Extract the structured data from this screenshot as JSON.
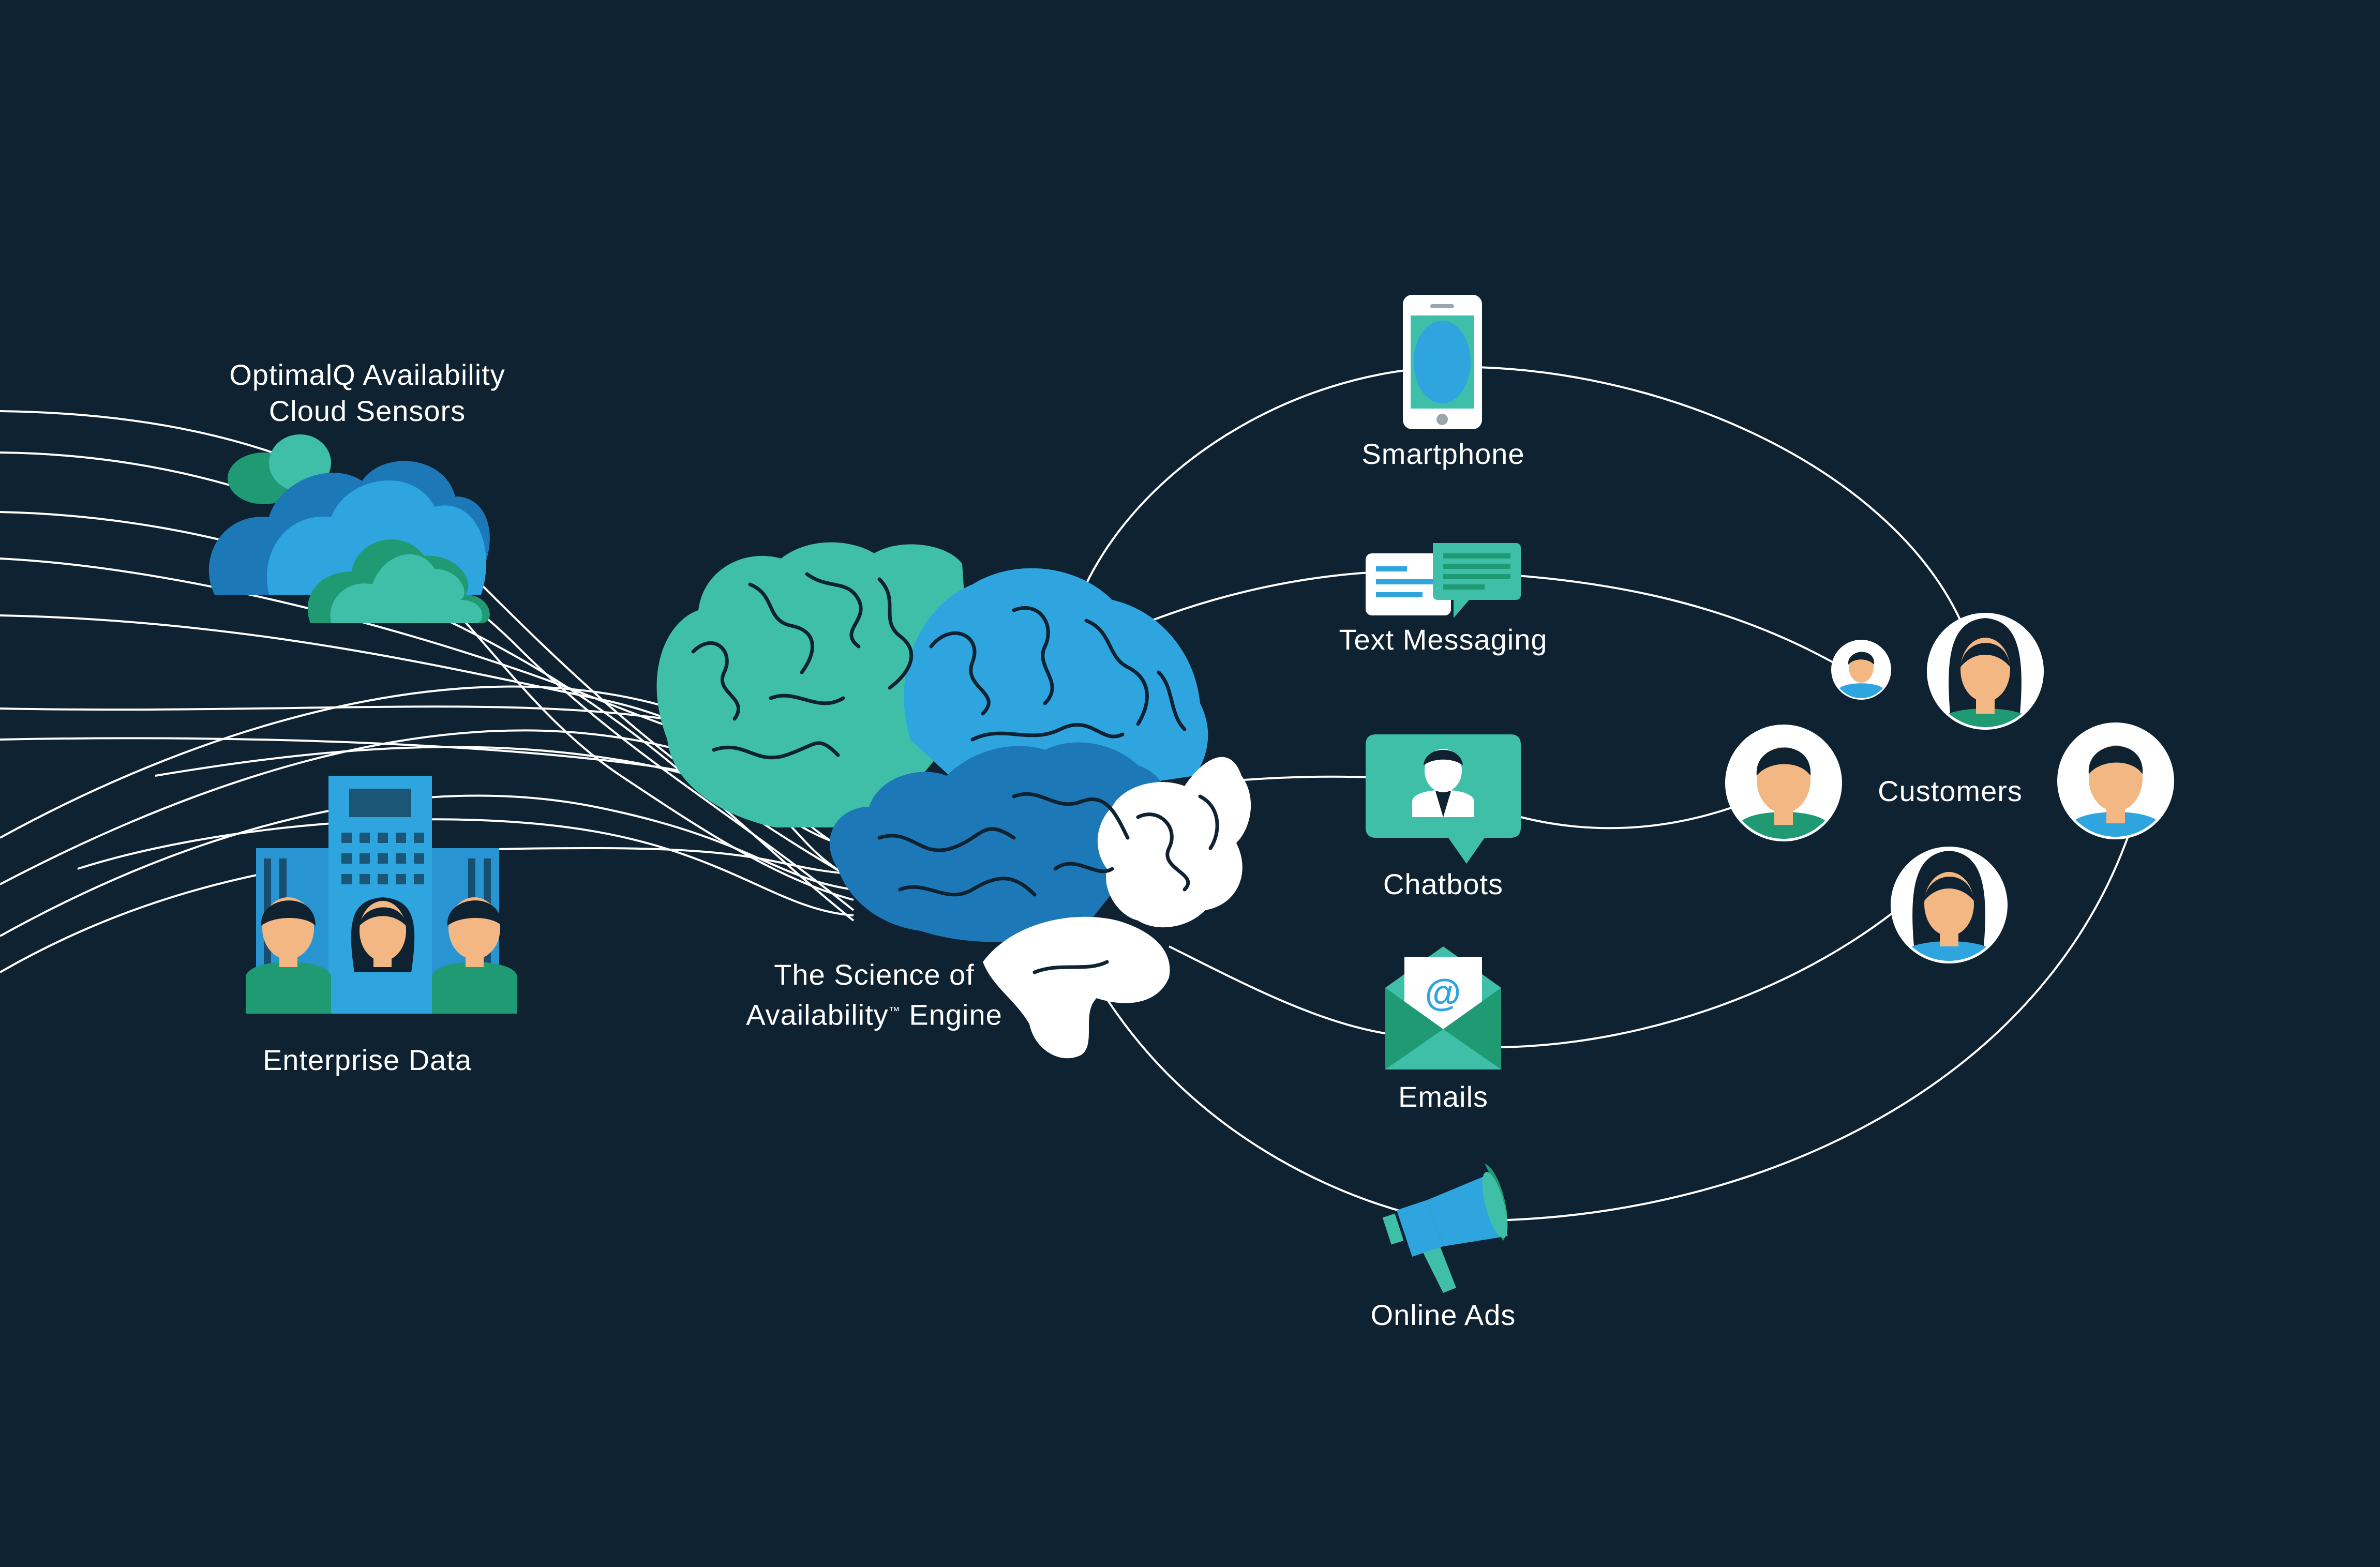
{
  "labels": {
    "cloud_line1": "OptimalQ Availability",
    "cloud_line2": "Cloud Sensors",
    "enterprise": "Enterprise Data",
    "engine_line1": "The Science of",
    "engine_line2a": "Availability",
    "engine_tm": "™",
    "engine_line2b": " Engine",
    "smartphone": "Smartphone",
    "text_messaging": "Text Messaging",
    "chatbots": "Chatbots",
    "emails": "Emails",
    "online_ads": "Online Ads",
    "customers": "Customers",
    "email_symbol": "@"
  },
  "colors": {
    "background": "#0f2231",
    "teal": "#3fbfa8",
    "blue": "#2fa5e0",
    "dark_blue": "#1d78b8",
    "green": "#1f9a72",
    "white": "#ffffff",
    "skin": "#f2b783"
  },
  "icons": [
    "cloud-icon",
    "building-icon",
    "brain-icon",
    "smartphone-icon",
    "message-icon",
    "chatbot-icon",
    "email-icon",
    "megaphone-icon",
    "customer-avatar-icon"
  ]
}
